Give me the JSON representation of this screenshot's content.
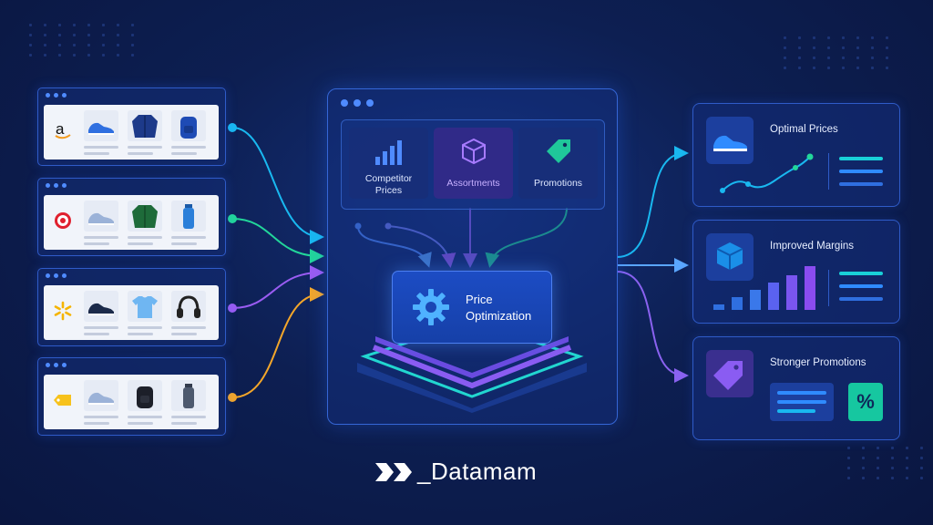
{
  "brand": {
    "name": "_Datamam"
  },
  "stores": [
    {
      "logo": "amazon-logo",
      "products": [
        "sneaker-icon",
        "jacket-icon",
        "backpack-icon"
      ]
    },
    {
      "logo": "target-logo",
      "products": [
        "sneaker-icon",
        "jacket-icon",
        "bottle-icon"
      ]
    },
    {
      "logo": "walmart-logo",
      "products": [
        "sneaker-icon",
        "tshirt-icon",
        "headphones-icon"
      ]
    },
    {
      "logo": "price-tag-logo",
      "products": [
        "sneaker-icon",
        "backpack-icon",
        "bottle-icon"
      ]
    }
  ],
  "inputs": [
    {
      "label": "Competitor Prices",
      "icon": "bar-chart-icon"
    },
    {
      "label": "Assortments",
      "icon": "cube-icon"
    },
    {
      "label": "Promotions",
      "icon": "tag-icon"
    }
  ],
  "engine": {
    "label": "Price Optimization",
    "icon": "gear-icon"
  },
  "outputs": [
    {
      "title": "Optimal Prices",
      "icon": "sneaker-icon"
    },
    {
      "title": "Improved Margins",
      "icon": "cube-icon"
    },
    {
      "title": "Stronger Promotions",
      "icon": "tag-icon",
      "badge": "%"
    }
  ],
  "colors": {
    "cyan": "#19b8f0",
    "green": "#22d69a",
    "purple": "#9a5cf2",
    "orange": "#f3a62a",
    "accent": "#4f8bff"
  }
}
